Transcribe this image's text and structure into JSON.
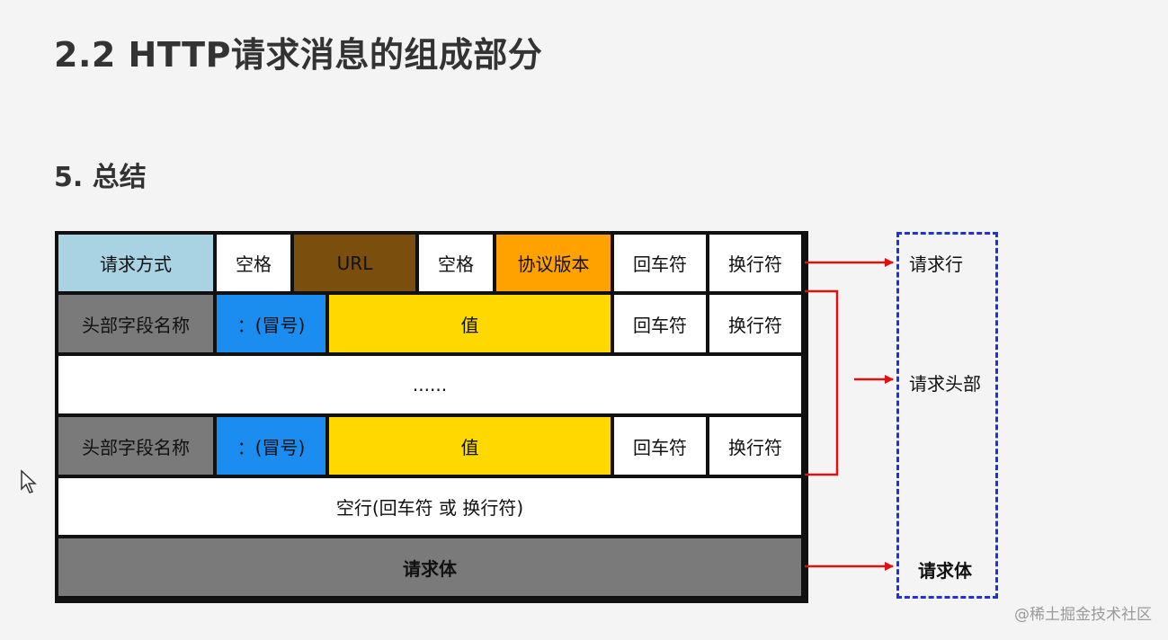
{
  "title": "2.2 HTTP请求消息的组成部分",
  "subtitle": "5. 总结",
  "request_line": {
    "method": "请求方式",
    "space1": "空格",
    "url": "URL",
    "space2": "空格",
    "protocol": "协议版本",
    "cr": "回车符",
    "lf": "换行符"
  },
  "header1": {
    "name": "头部字段名称",
    "colon": "：(冒号)",
    "value": "值",
    "cr": "回车符",
    "lf": "换行符"
  },
  "ellipsis": "......",
  "header2": {
    "name": "头部字段名称",
    "colon": "：(冒号)",
    "value": "值",
    "cr": "回车符",
    "lf": "换行符"
  },
  "blank_line": "空行(回车符 或 换行符)",
  "body": "请求体",
  "labels": {
    "request_line": "请求行",
    "request_header": "请求头部",
    "request_body": "请求体"
  },
  "colors": {
    "method": "#a9d3e3",
    "url": "#7a4f0e",
    "protocol": "#ffa200",
    "gray": "#7a7a7a",
    "colon": "#1b8cf0",
    "value": "#ffd800",
    "arrow": "#e01010",
    "panel_border": "#1f32d6"
  },
  "watermark": "@稀土掘金技术社区"
}
